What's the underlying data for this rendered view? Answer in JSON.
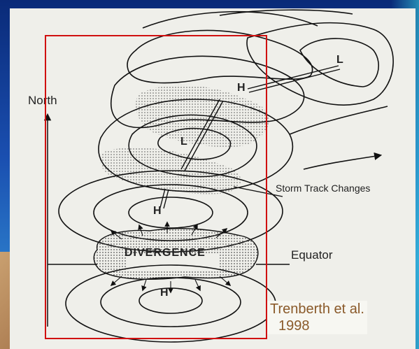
{
  "labels": {
    "north": "North",
    "storm_track": "Storm Track Changes",
    "equator": "Equator",
    "divergence": "DIVERGENCE",
    "h_top": "H",
    "l_top": "L",
    "l_mid": "L",
    "h_mid": "H",
    "h_bottom": "H"
  },
  "citation": {
    "line1": "Trenberth et al.",
    "line2": "1998"
  },
  "colors": {
    "highlight_frame": "#d01010",
    "citation_text": "#8a5a2a",
    "background_top": "#0a2a78",
    "background_bottom": "#2a78c8"
  }
}
